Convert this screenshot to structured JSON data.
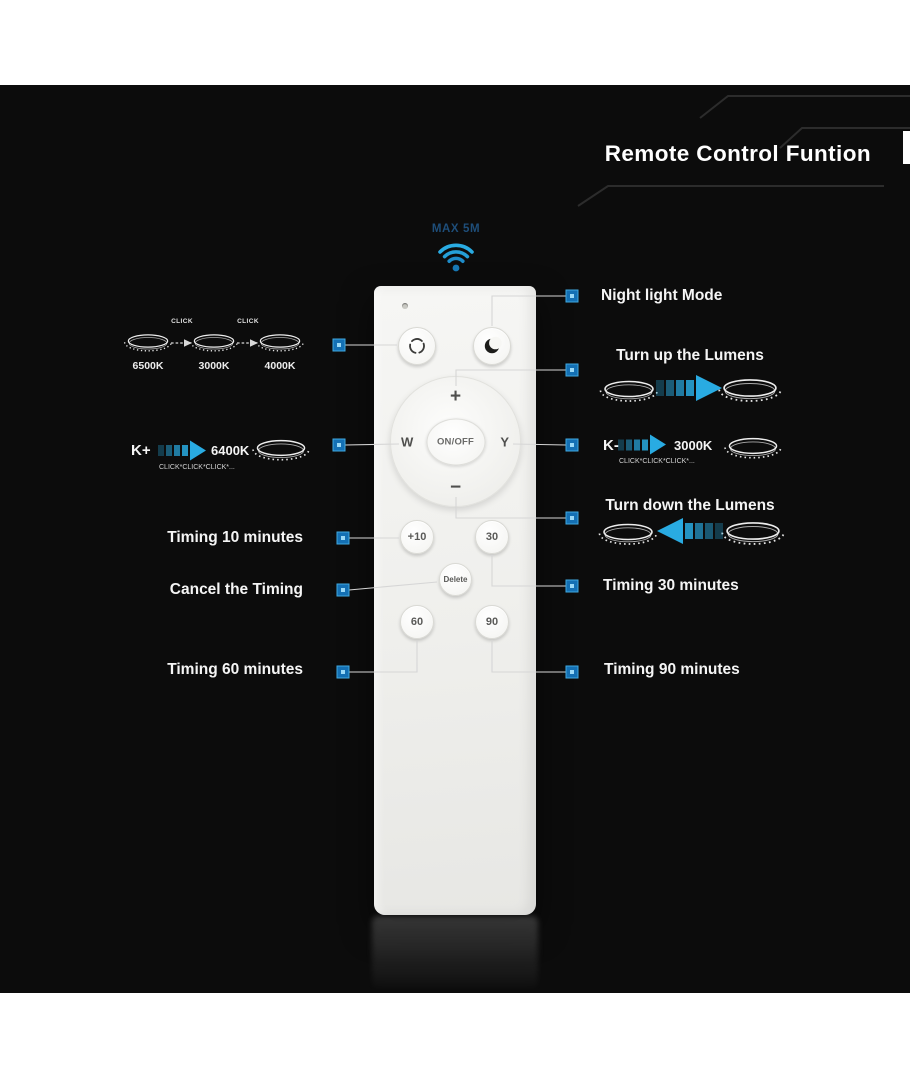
{
  "title": "Remote Control Funtion",
  "range_label": "MAX 5M",
  "remote": {
    "buttons": {
      "plus": "+",
      "minus": "−",
      "w": "W",
      "y": "Y",
      "onoff": "ON/OFF",
      "timer10": "+10",
      "timer30": "30",
      "delete": "Delete",
      "timer60": "60",
      "timer90": "90"
    }
  },
  "annotations": {
    "color_cycle": {
      "click1": "CLICK",
      "click2": "CLICK",
      "temp1": "6500K",
      "temp2": "3000K",
      "temp3": "4000K"
    },
    "k_plus": {
      "label": "K+",
      "value": "6400K",
      "clicks": "CLICK*CLICK*CLICK*..."
    },
    "k_minus": {
      "label": "K-",
      "value": "3000K",
      "clicks": "CLICK*CLICK*CLICK*..."
    },
    "night_light": "Night light Mode",
    "lumens_up": "Turn up the Lumens",
    "lumens_down": "Turn down the Lumens",
    "timing10": "Timing 10 minutes",
    "cancel_timing": "Cancel the Timing",
    "timing60": "Timing 60 minutes",
    "timing30": "Timing 30 minutes",
    "timing90": "Timing 90 minutes"
  },
  "icons": {
    "wifi": "wifi-signal-icon",
    "night": "moon-icon",
    "cycle": "color-cycle-icon",
    "lamp": "ceiling-lamp-icon"
  },
  "colors": {
    "accent_blue": "#29abe2",
    "marker_blue": "#1470b4",
    "background": "#0c0c0c",
    "remote_body": "#f2f2f0"
  }
}
